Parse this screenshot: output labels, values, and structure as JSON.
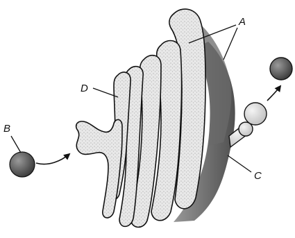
{
  "diagram": {
    "labels": {
      "a": "A",
      "b": "B",
      "c": "C",
      "d": "D"
    },
    "colors": {
      "ink": "#111111",
      "cisterna_fill": "#e6e6e6",
      "shadow": "#555555",
      "vesicle_dark": "#4a4a4a",
      "vesicle_light": "#d2d2d2",
      "paper": "#ffffff"
    }
  }
}
